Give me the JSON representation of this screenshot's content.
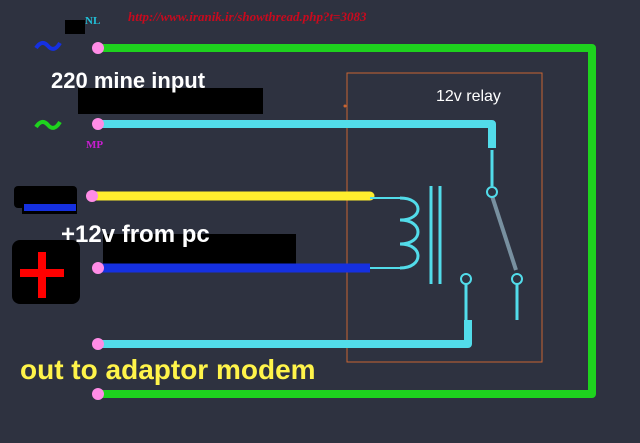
{
  "labels": {
    "watermark": "http://www.iranik.ir/showthread.php?t=3083",
    "nl": "NL",
    "mp": "MP",
    "mains_input": "220 mine input",
    "pc_supply": "+12v from pc",
    "relay": "12v relay",
    "output": "out  to adaptor modem"
  },
  "colors": {
    "background": "#2e3240",
    "neutral_wire": "#1ed21e",
    "phase_wire": "#52dcea",
    "positive_wire": "#ffee2e",
    "negative_wire": "#1530e0",
    "terminal": "#ff8ce6",
    "relay_outline": "#c86432",
    "coil": "#52dcea",
    "plus_sign": "#ff0000"
  },
  "icons": [
    "ac-tilde-icon",
    "ac-tilde-icon",
    "battery-minus-icon",
    "battery-plus-icon"
  ]
}
